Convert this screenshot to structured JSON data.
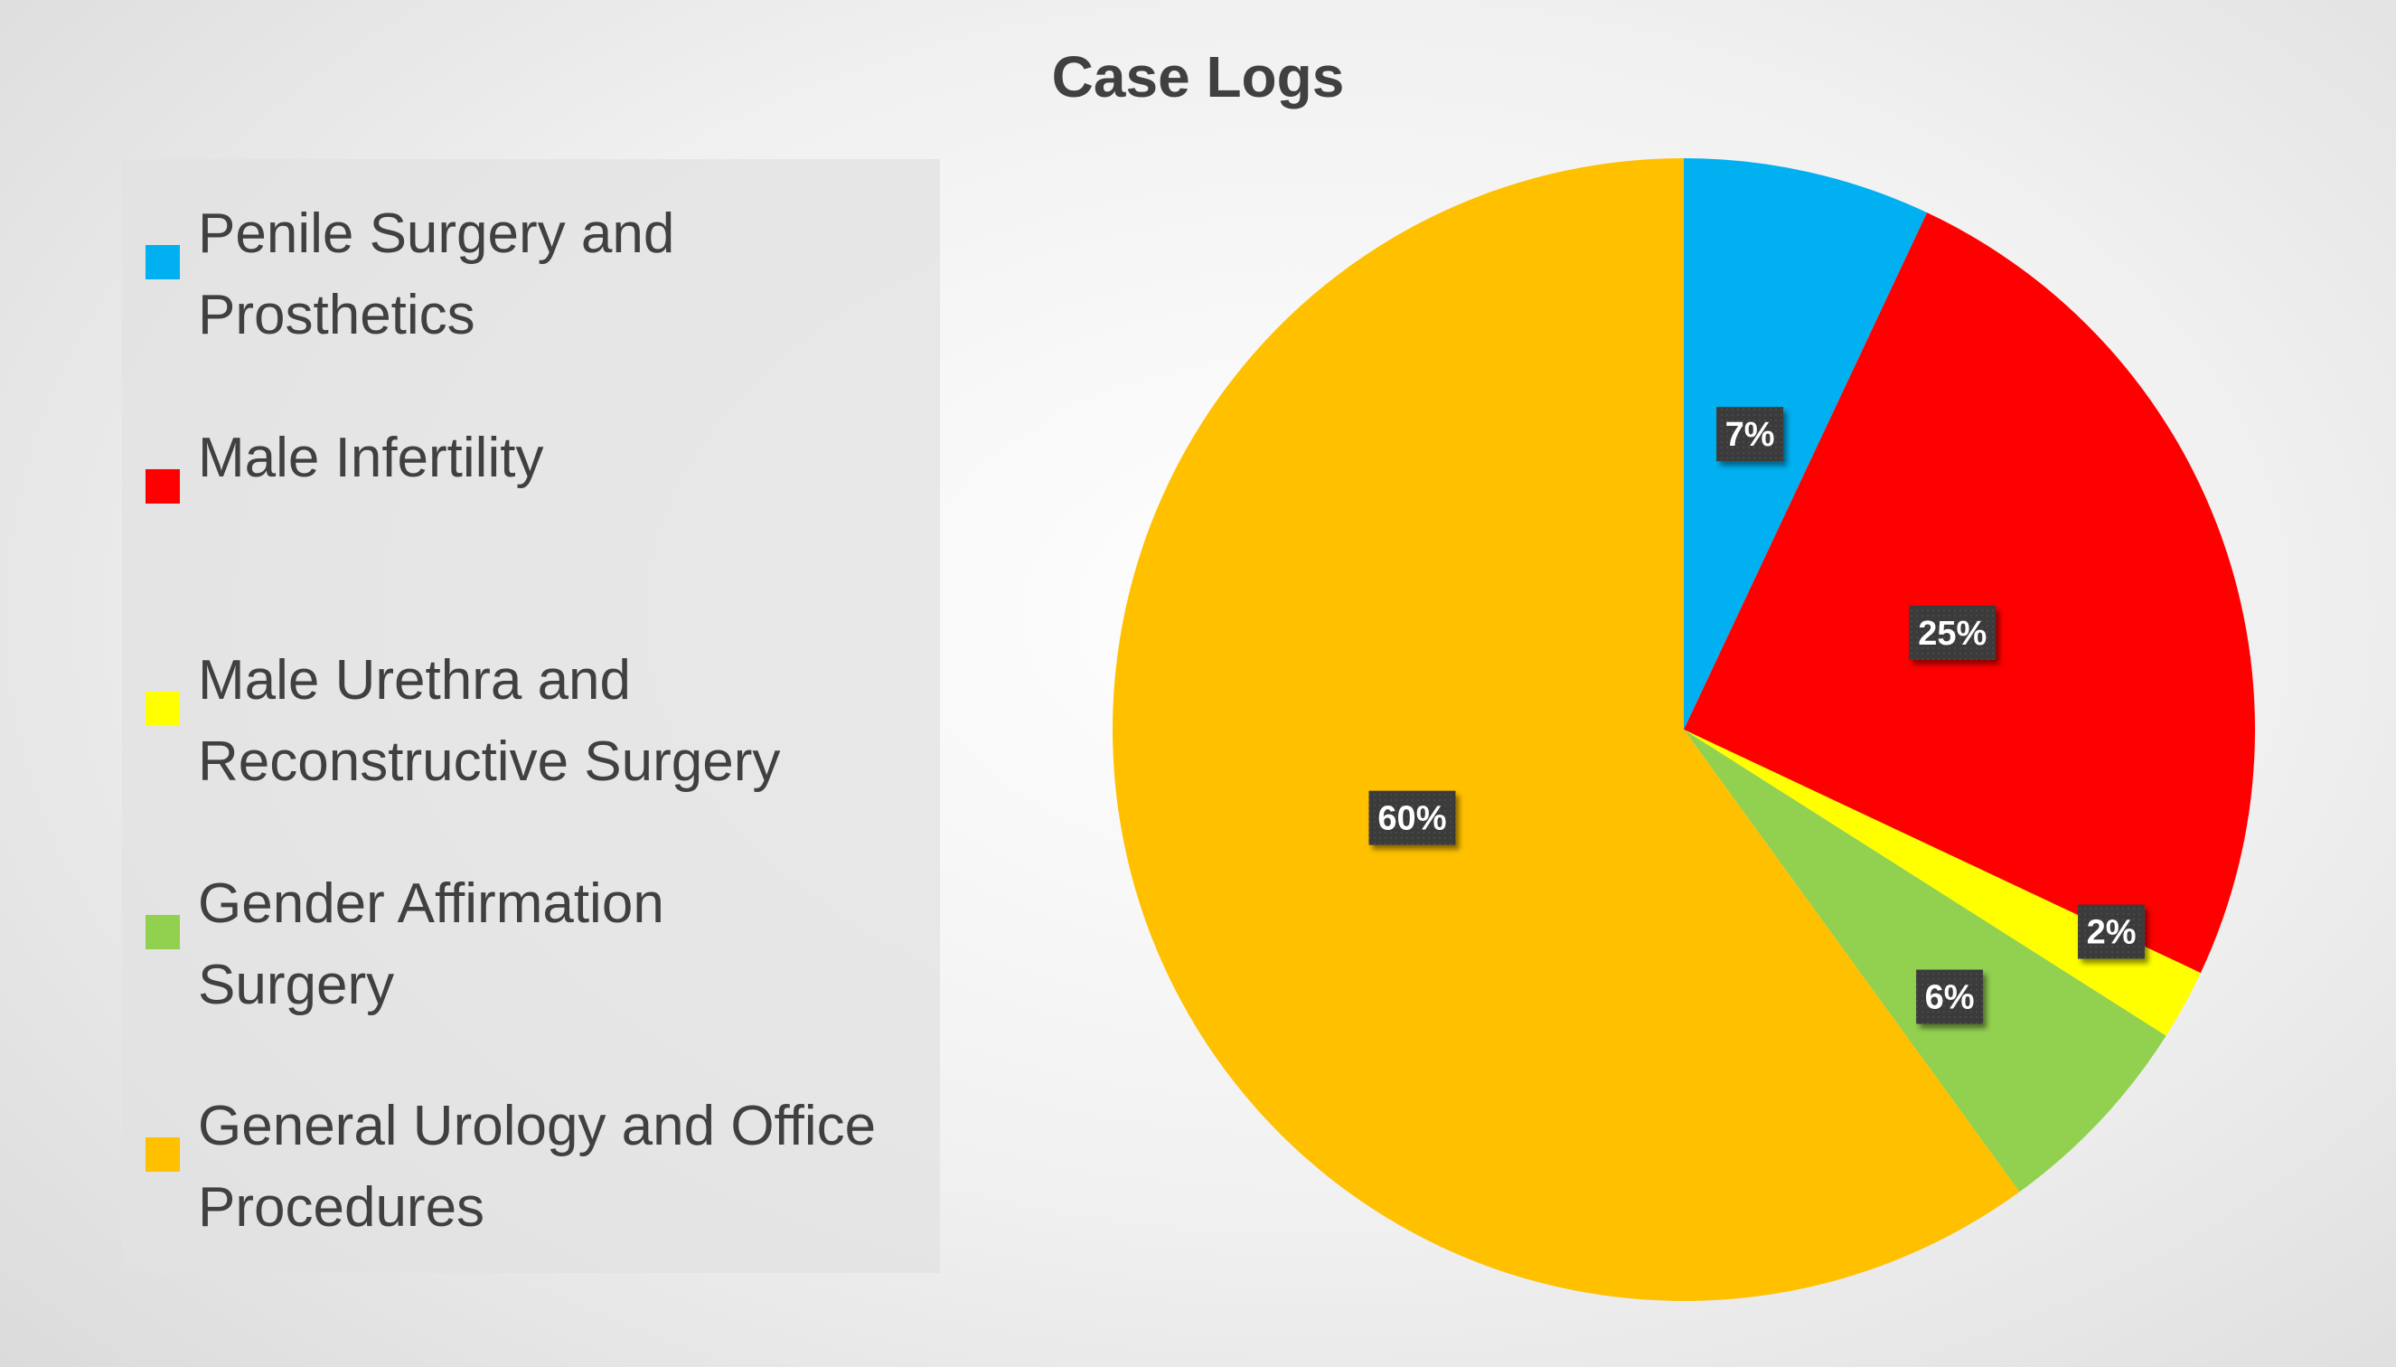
{
  "chart_data": {
    "type": "pie",
    "title": "Case Logs",
    "categories": [
      "Penile Surgery and Prosthetics",
      "Male Infertility",
      "Male Urethra and Reconstructive Surgery",
      "Gender Affirmation Surgery",
      "General Urology and Office Procedures"
    ],
    "values": [
      7,
      25,
      2,
      6,
      60
    ],
    "data_labels": [
      "7%",
      "25%",
      "2%",
      "6%",
      "60%"
    ],
    "colors": [
      "#00B0F0",
      "#FF0000",
      "#FFFF00",
      "#92D050",
      "#FFC000"
    ],
    "legend_position": "left",
    "start_angle": "12 o'clock",
    "direction": "clockwise"
  },
  "legend": {
    "items": [
      {
        "label_line1": "Penile Surgery and",
        "label_line2": "Prosthetics",
        "color": "#00B0F0"
      },
      {
        "label_line1": "Male Infertility",
        "label_line2": "",
        "color": "#FF0000"
      },
      {
        "label_line1": "Male Urethra and",
        "label_line2": "Reconstructive Surgery",
        "color": "#FFFF00"
      },
      {
        "label_line1": "Gender Affirmation",
        "label_line2": "Surgery",
        "color": "#92D050"
      },
      {
        "label_line1": "General Urology and Office",
        "label_line2": "Procedures",
        "color": "#FFC000"
      }
    ]
  }
}
